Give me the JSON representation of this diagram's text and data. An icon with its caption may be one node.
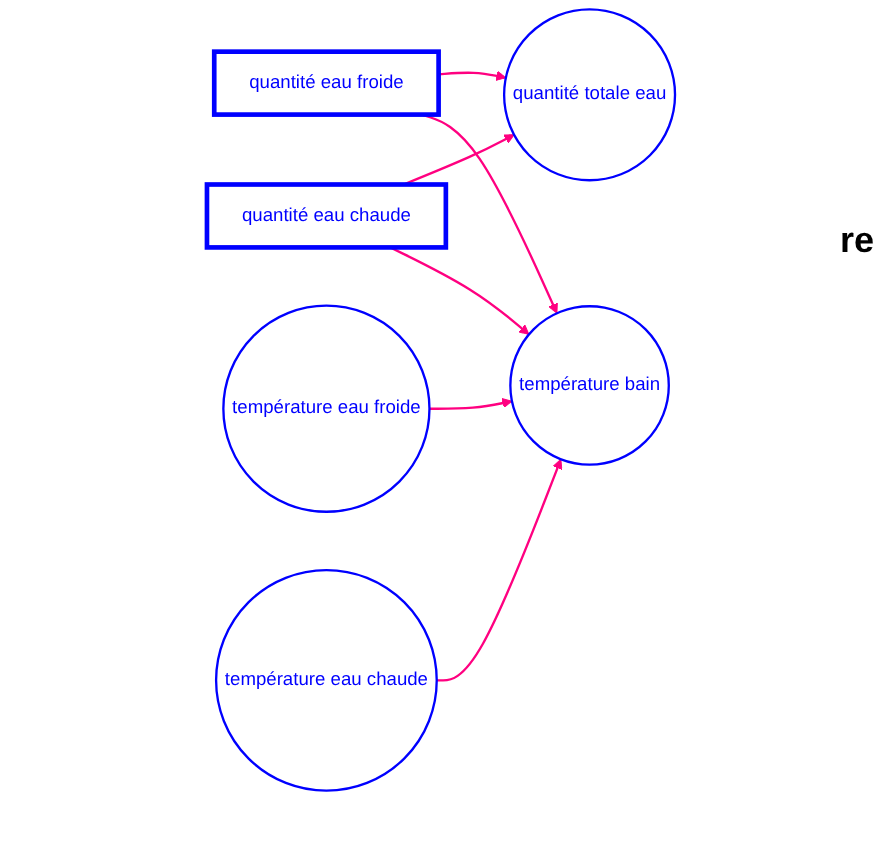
{
  "diagram": {
    "nodes": [
      {
        "text": [
          "quantité eau froide"
        ]
      },
      {
        "text": [
          "température eau froide"
        ]
      },
      {
        "text": [
          "quantité totale eau"
        ]
      },
      {
        "text": [
          "température bain"
        ]
      },
      {
        "text": [
          "quantité eau chaude"
        ]
      },
      {
        "text": [
          "température eau chaude"
        ]
      }
    ],
    "edges": [
      {
        "from": 0,
        "to": 2,
        "arrow": "to",
        "color": "#ff0080"
      },
      {
        "from": 0,
        "to": 3,
        "arrow": "to",
        "color": "#ff0080"
      },
      {
        "from": 1,
        "to": 3,
        "arrow": "to",
        "color": "#ff0080"
      },
      {
        "from": 4,
        "to": 2,
        "arrow": "to",
        "color": "#ff0080"
      },
      {
        "from": 4,
        "to": 3,
        "arrow": "to",
        "color": "#ff0080"
      },
      {
        "from": 5,
        "to": 3,
        "arrow": "to",
        "color": "#ff0080"
      }
    ],
    "labels": [
      "re"
    ]
  }
}
